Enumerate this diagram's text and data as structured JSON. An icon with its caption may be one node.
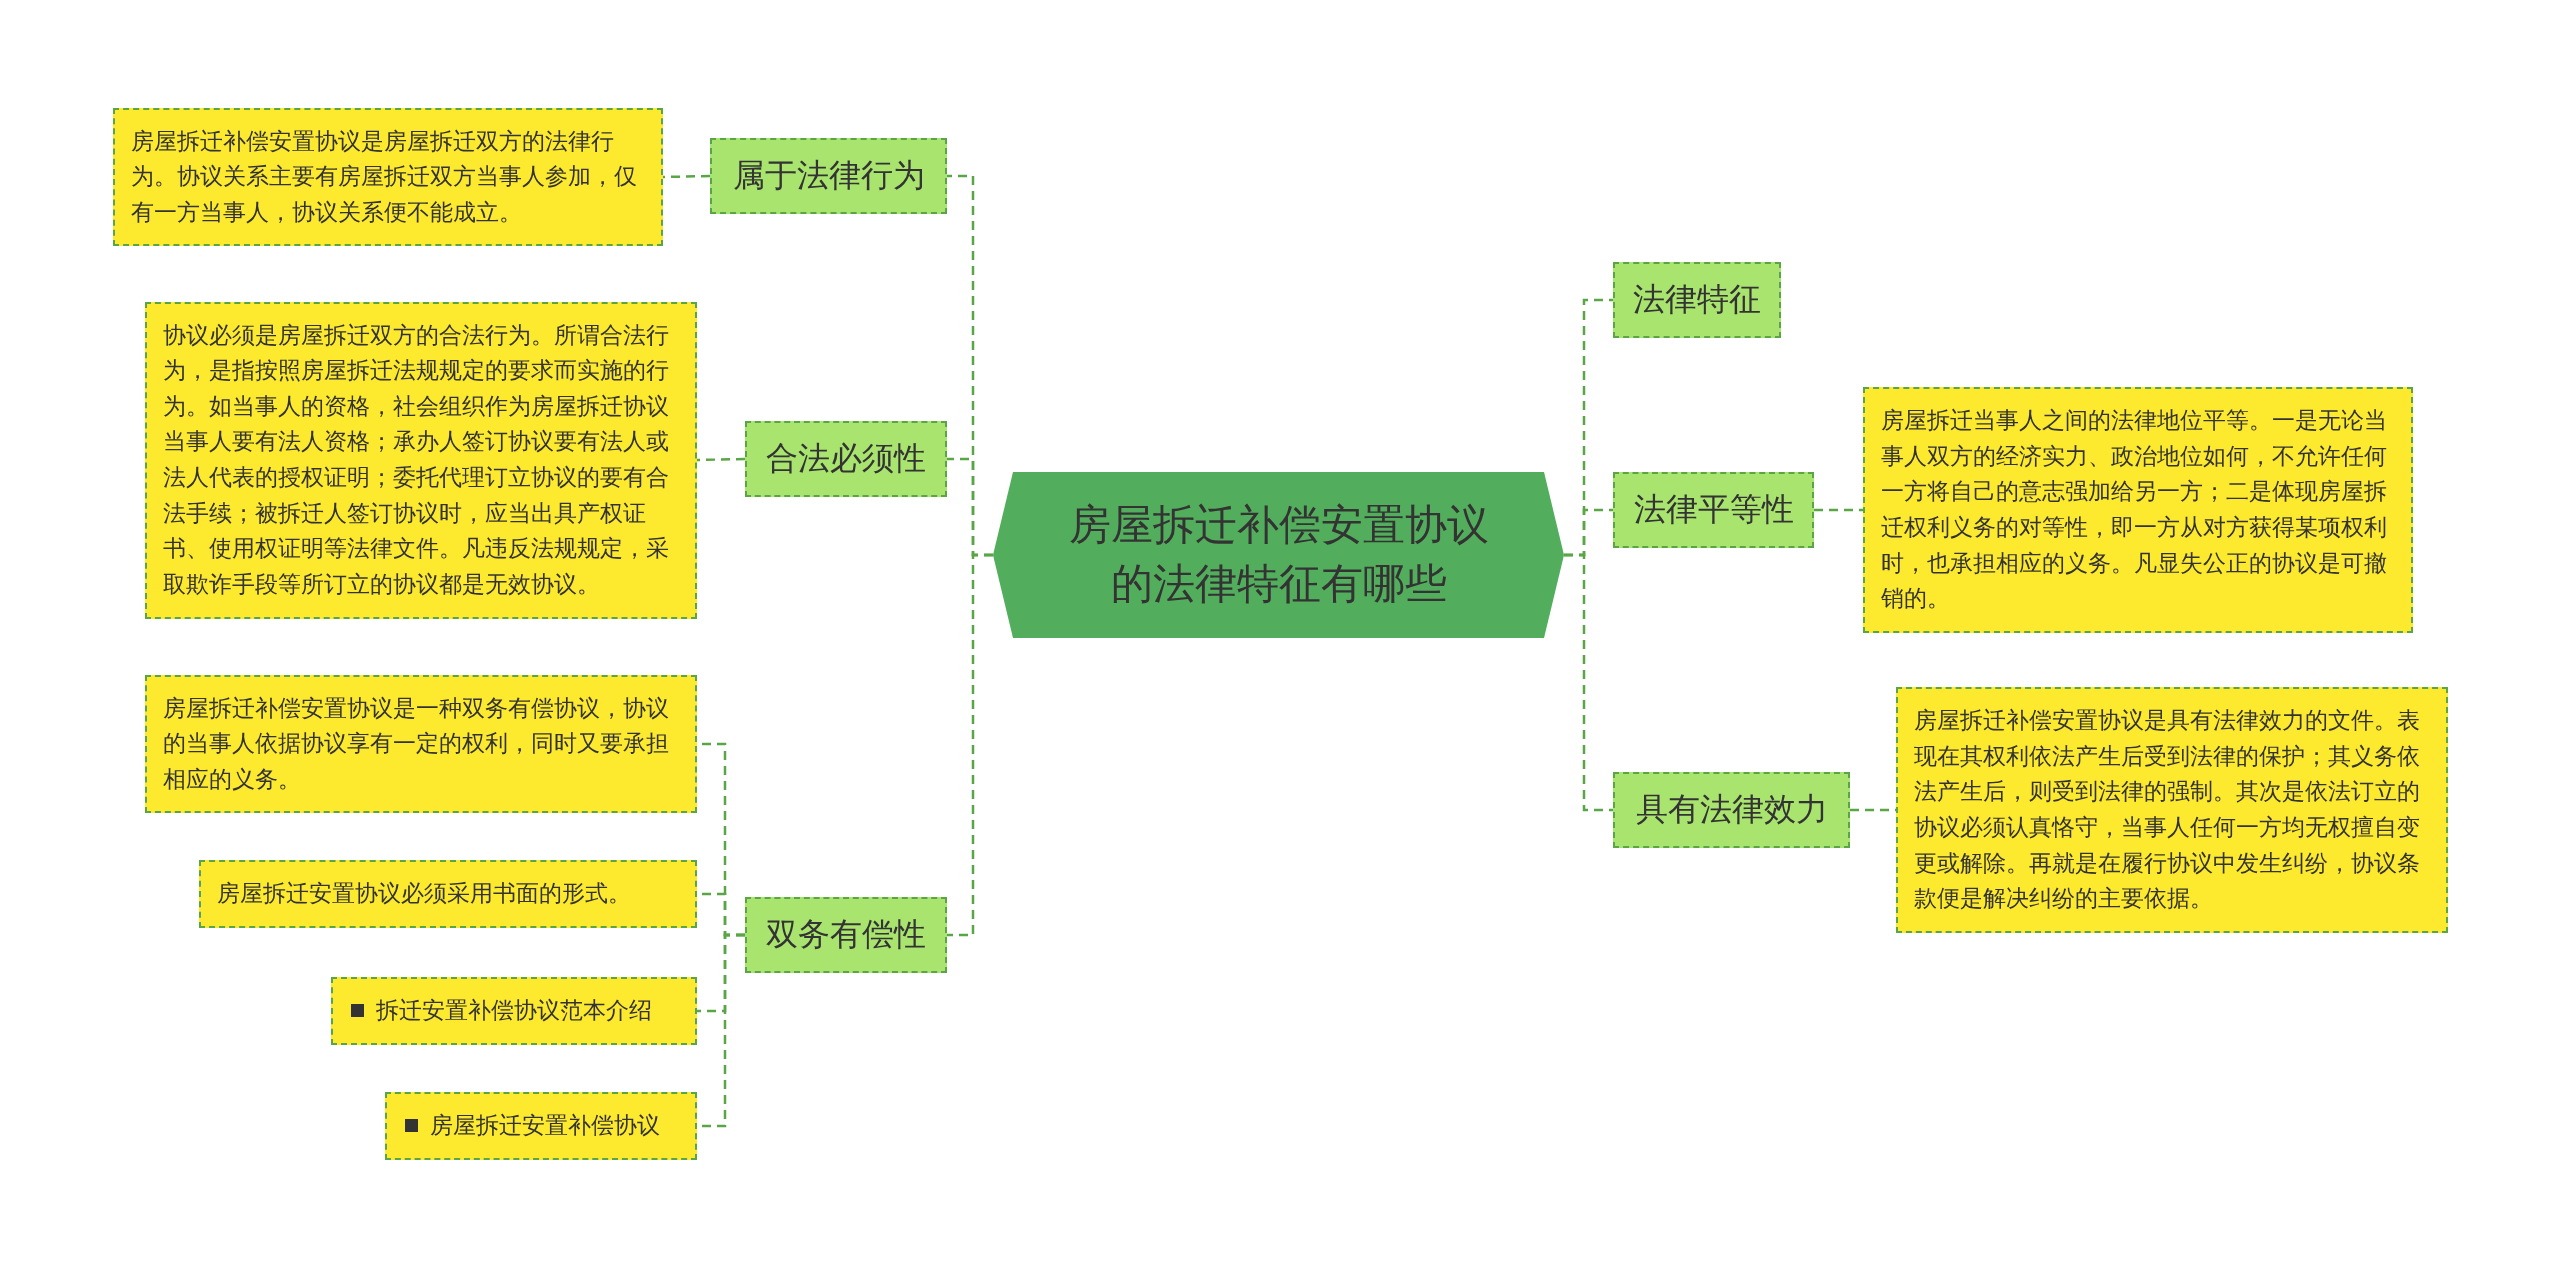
{
  "diagram": {
    "nodes": [
      {
        "text": [
          "房屋拆迁补偿安置协议的法律特征有哪些"
        ]
      },
      {
        "text": [
          "属于法律行为"
        ]
      },
      {
        "text": [
          "房屋拆迁补偿安置协议是房屋拆迁双方的法律行为。协议关系主要有房屋拆迁双方当事人参加，仅有一方当事人，协议关系便不能成立。"
        ]
      },
      {
        "text": [
          "合法必须性"
        ]
      },
      {
        "text": [
          "协议必须是房屋拆迁双方的合法行为。所谓合法行为，是指按照房屋拆迁法规规定的要求而实施的行为。如当事人的资格，社会组织作为房屋拆迁协议当事人要有法人资格；承办人签订协议要有法人或法人代表的授权证明；委托代理订立协议的要有合法手续；被拆迁人签订协议时，应当出具产权证书、使用权证明等法律文件。凡违反法规规定，采取欺诈手段等所订立的协议都是无效协议。"
        ]
      },
      {
        "text": [
          "双务有偿性"
        ]
      },
      {
        "text": [
          "房屋拆迁补偿安置协议是一种双务有偿协议，协议的当事人依据协议享有一定的权利，同时又要承担相应的义务。"
        ]
      },
      {
        "text": [
          "房屋拆迁安置协议必须采用书面的形式。"
        ]
      },
      {
        "text": [
          "拆迁安置补偿协议范本介绍"
        ]
      },
      {
        "text": [
          "房屋拆迁安置补偿协议"
        ]
      },
      {
        "text": [
          "法律特征"
        ]
      },
      {
        "text": [
          "法律平等性"
        ]
      },
      {
        "text": [
          "房屋拆迁当事人之间的法律地位平等。一是无论当事人双方的经济实力、政治地位如何，不允许任何一方将自己的意志强加给另一方；二是体现房屋拆迁权利义务的对等性，即一方从对方获得某项权利时，也承担相应的义务。凡显失公正的协议是可撤销的。"
        ]
      },
      {
        "text": [
          "具有法律效力"
        ]
      },
      {
        "text": [
          "房屋拆迁补偿安置协议是具有法律效力的文件。表现在其权利依法产生后受到法律的保护；其义务依法产生后，则受到法律的强制。其次是依法订立的协议必须认真恪守，当事人任何一方均无权擅自变更或解除。再就是在履行协议中发生纠纷，协议条款便是解决纠纷的主要依据。"
        ]
      }
    ],
    "edges": [
      {
        "from": 0,
        "to": 1,
        "arrow": "none",
        "style": "dashed"
      },
      {
        "from": 0,
        "to": 3,
        "arrow": "none",
        "style": "dashed"
      },
      {
        "from": 0,
        "to": 5,
        "arrow": "none",
        "style": "dashed"
      },
      {
        "from": 1,
        "to": 2,
        "arrow": "none",
        "style": "dashed"
      },
      {
        "from": 3,
        "to": 4,
        "arrow": "none",
        "style": "dashed"
      },
      {
        "from": 5,
        "to": 6,
        "arrow": "none",
        "style": "dashed"
      },
      {
        "from": 5,
        "to": 7,
        "arrow": "none",
        "style": "dashed"
      },
      {
        "from": 5,
        "to": 8,
        "arrow": "none",
        "style": "dashed"
      },
      {
        "from": 5,
        "to": 9,
        "arrow": "none",
        "style": "dashed"
      },
      {
        "from": 0,
        "to": 10,
        "arrow": "none",
        "style": "dashed"
      },
      {
        "from": 0,
        "to": 11,
        "arrow": "none",
        "style": "dashed"
      },
      {
        "from": 11,
        "to": 12,
        "arrow": "none",
        "style": "dashed"
      },
      {
        "from": 0,
        "to": 13,
        "arrow": "none",
        "style": "dashed"
      },
      {
        "from": 13,
        "to": 14,
        "arrow": "none",
        "style": "dashed"
      }
    ]
  }
}
